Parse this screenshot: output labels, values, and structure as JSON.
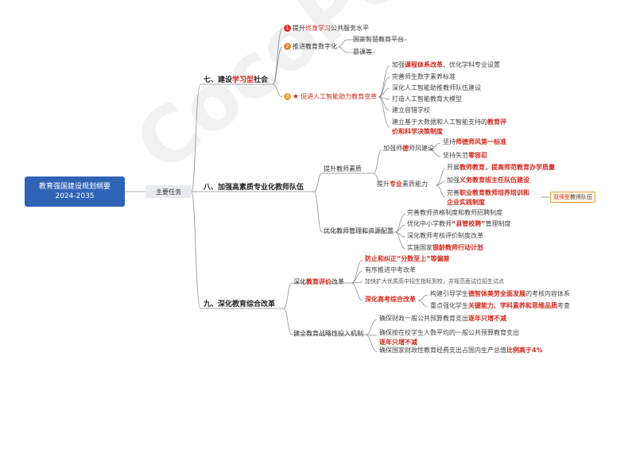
{
  "watermark": "CocoPolitics",
  "root": {
    "line1": "教育强国建设规划纲要",
    "line2": "2024-2035"
  },
  "middle": "主要任务",
  "s7": {
    "title_pre": "七、建设",
    "title_hl": "学习型",
    "title_post": "社会",
    "i1": {
      "badge": "1",
      "pre": "提升",
      "hl": "终身学习",
      "post": "公共服务水平"
    },
    "i2": {
      "badge": "2",
      "text": "推进教育数字化",
      "subs": [
        "国家智慧教育平台",
        "慕课等"
      ]
    },
    "i3": {
      "badge": "3",
      "text": "促进人工智能助力教育变革",
      "s1_pre": "加强",
      "s1_hl": "课程体系改革",
      "s1_post": "、优化学科专业设置",
      "s2": "完善师生数字素养标准",
      "s3": "深化人工智能助推教师队伍建设",
      "s4": "打造人工智能教育大模型",
      "s5": "建立容错学校",
      "s6_pre": "建立基于大数据和人工智能支持的",
      "s6_hl1": "教育评",
      "s6_hl2": "价和科学决策制度"
    }
  },
  "s8": {
    "title": "八、加强高素质专业化教师队伍",
    "a": {
      "text": "提升教师素质",
      "a1": {
        "pre": "加强师",
        "hl": "德",
        "post": "师风建设",
        "x1_pre": "坚持",
        "x1_hl": "师德师风第一标准",
        "x2_pre": "坚持失范",
        "x2_hl": "零容忍"
      },
      "a2": {
        "pre": "提升",
        "hl": "专业",
        "post": "素质能力",
        "y1_pre": "开展",
        "y1_hl": "教师教育，提高师范教育办学质量",
        "y2_pre": "加强",
        "y2_hl": "义务教育班主任队伍建设",
        "y3_pre": "完善",
        "y3_hl1": "职业教育教师培养培训和",
        "y3_hl2": "企业实践制度",
        "tag_hl": "双师型",
        "tag_post": "教师队伍"
      }
    },
    "b": {
      "text": "优化教师管理和资源配置",
      "b1": "完善教师资格制度和教师招聘制度",
      "b2_pre": "优化中小学教师",
      "b2_hl": "“县管校聘”",
      "b2_post": "管理制度",
      "b3": "深化教师考核评价制度改革",
      "b4_pre": "实施国家",
      "b4_hl": "银龄教师行动计划"
    }
  },
  "s9": {
    "title": "九、深化教育综合改革",
    "a": {
      "pre": "深化",
      "hl": "教育评价",
      "post": "改革",
      "a1_hl": "防止和纠正“分数至上”等偏差",
      "a2": "有序推进中考改革",
      "a3": "加快扩大优质高中招生指标到校，并规范面试位招生试点",
      "a4": {
        "hl": "深化高考综合改革",
        "z1_pre": "构建引导学生",
        "z1_hl": "德智体美劳全面发展",
        "z1_post": "的考核内容体系",
        "z2_pre": "重点强化学生",
        "z2_hl": "关键能力、学科素养和思维品质",
        "z2_post": "考查"
      }
    },
    "b": {
      "text": "健全教育战略性投入机制",
      "b1_pre": "确保财政一般公共预算教育支出",
      "b1_hl": "逐年只增不减",
      "b2_l1": "确保按在校学生人数平均的一般公共预算教育支出",
      "b2_hl": "逐年只增不减",
      "b3_pre": "确保国家财政性教育经费支出占国内生产总值",
      "b3_hl": "比例高于4%"
    }
  }
}
